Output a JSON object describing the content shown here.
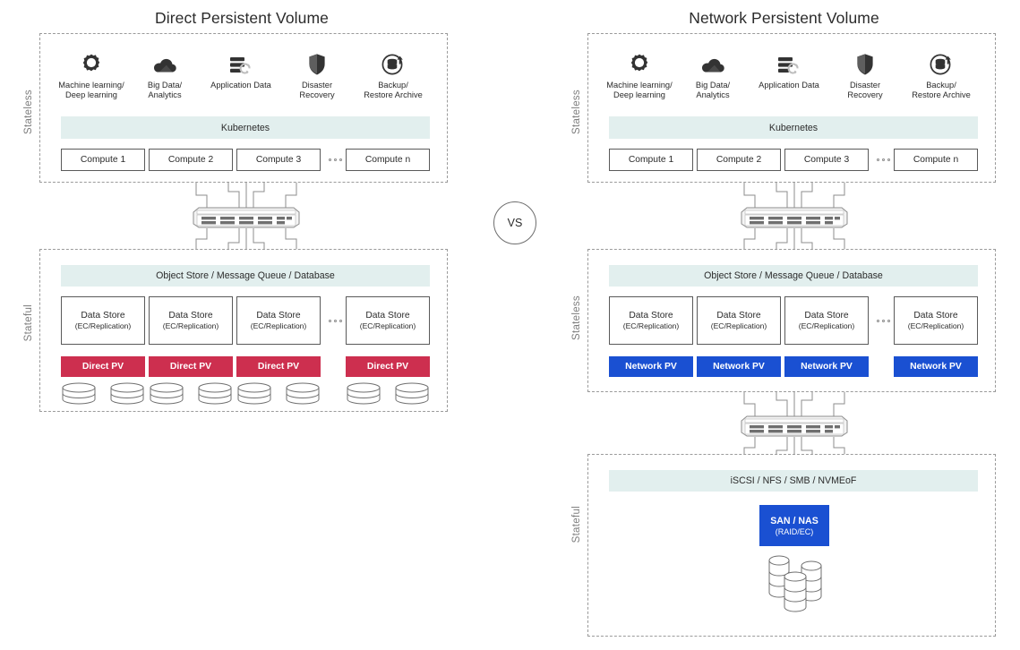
{
  "accent_colors": {
    "direct_pv": "#cd2f4f",
    "network_pv": "#1a50d2",
    "san_nas": "#1a50d2",
    "platform_bar": "#e2efee",
    "zone_border": "#9a9a9a",
    "zone_label_text": "#7d7d7d"
  },
  "compare_badge": {
    "label": "VS"
  },
  "workload_apps": [
    {
      "icon": "machine-learning-icon",
      "label": "Machine learning/\nDeep learning"
    },
    {
      "icon": "big-data-cloud-icon",
      "label": "Big Data/\nAnalytics"
    },
    {
      "icon": "application-data-icon",
      "label": "Application Data"
    },
    {
      "icon": "disaster-recovery-shield-icon",
      "label": "Disaster\nRecovery"
    },
    {
      "icon": "backup-restore-icon",
      "label": "Backup/\nRestore Archive"
    }
  ],
  "compute_nodes": [
    "Compute 1",
    "Compute 2",
    "Compute 3",
    "Compute n"
  ],
  "data_stores": [
    {
      "title": "Data Store",
      "sub": "(EC/Replication)"
    },
    {
      "title": "Data Store",
      "sub": "(EC/Replication)"
    },
    {
      "title": "Data Store",
      "sub": "(EC/Replication)"
    },
    {
      "title": "Data Store",
      "sub": "(EC/Replication)"
    }
  ],
  "platform_bars": {
    "kubernetes": "Kubernetes",
    "object_store": "Object Store / Message Queue / Database",
    "storage_protocols": "iSCSI / NFS / SMB / NVMEoF"
  },
  "left_panel": {
    "title": "Direct Persistent Volume",
    "zones": [
      {
        "label": "Stateless"
      },
      {
        "label": "Stateful"
      }
    ],
    "pv_label": "Direct PV",
    "pv_count": 4,
    "switch_icon": "network-switch-icon"
  },
  "right_panel": {
    "title": "Network Persistent Volume",
    "zones": [
      {
        "label": "Stateless"
      },
      {
        "label": "Stateless"
      },
      {
        "label": "Stateful"
      }
    ],
    "pv_label": "Network PV",
    "pv_count": 4,
    "switch_icon": "network-switch-icon",
    "san": {
      "title": "SAN / NAS",
      "sub": "(RAID/EC)"
    }
  }
}
